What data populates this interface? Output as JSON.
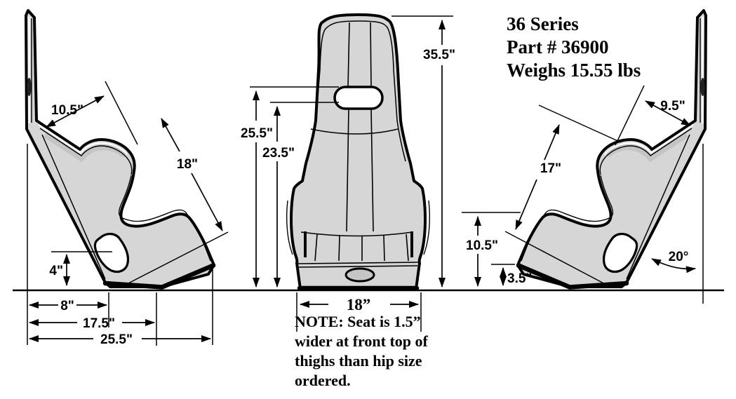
{
  "title": {
    "series": "36 Series",
    "part": "Part # 36900",
    "weight": "Weighs 15.55 lbs"
  },
  "note": {
    "line1": "NOTE:  Seat is 1.5”",
    "line2": "wider at front top of",
    "line3": "thighs than hip size",
    "line4": "ordered."
  },
  "views": {
    "side_left": {
      "dims": {
        "top_edge": "10.5\"",
        "diagonal": "18\"",
        "grommet_height": "4\"",
        "base_front": "8\"",
        "base_mid": "17.5\"",
        "base_full": "25.5\""
      }
    },
    "front": {
      "dims": {
        "overall_height": "35.5\"",
        "belt_slot_top": "25.5\"",
        "belt_slot_bottom": "23.5\"",
        "seat_width": "18”"
      }
    },
    "side_right": {
      "dims": {
        "top_edge": "9.5\"",
        "diagonal": "17\"",
        "rear_height": "10.5\"",
        "front_lip": "3.5\"",
        "recline_angle": "20°"
      }
    }
  },
  "colors": {
    "background": "#ffffff",
    "seat_fill": "#d6d6d6",
    "seat_shade": "#c4c4c4",
    "outline": "#000000",
    "hole_fill": "#ffffff",
    "front_oval_fill": "#c6c6c6"
  }
}
